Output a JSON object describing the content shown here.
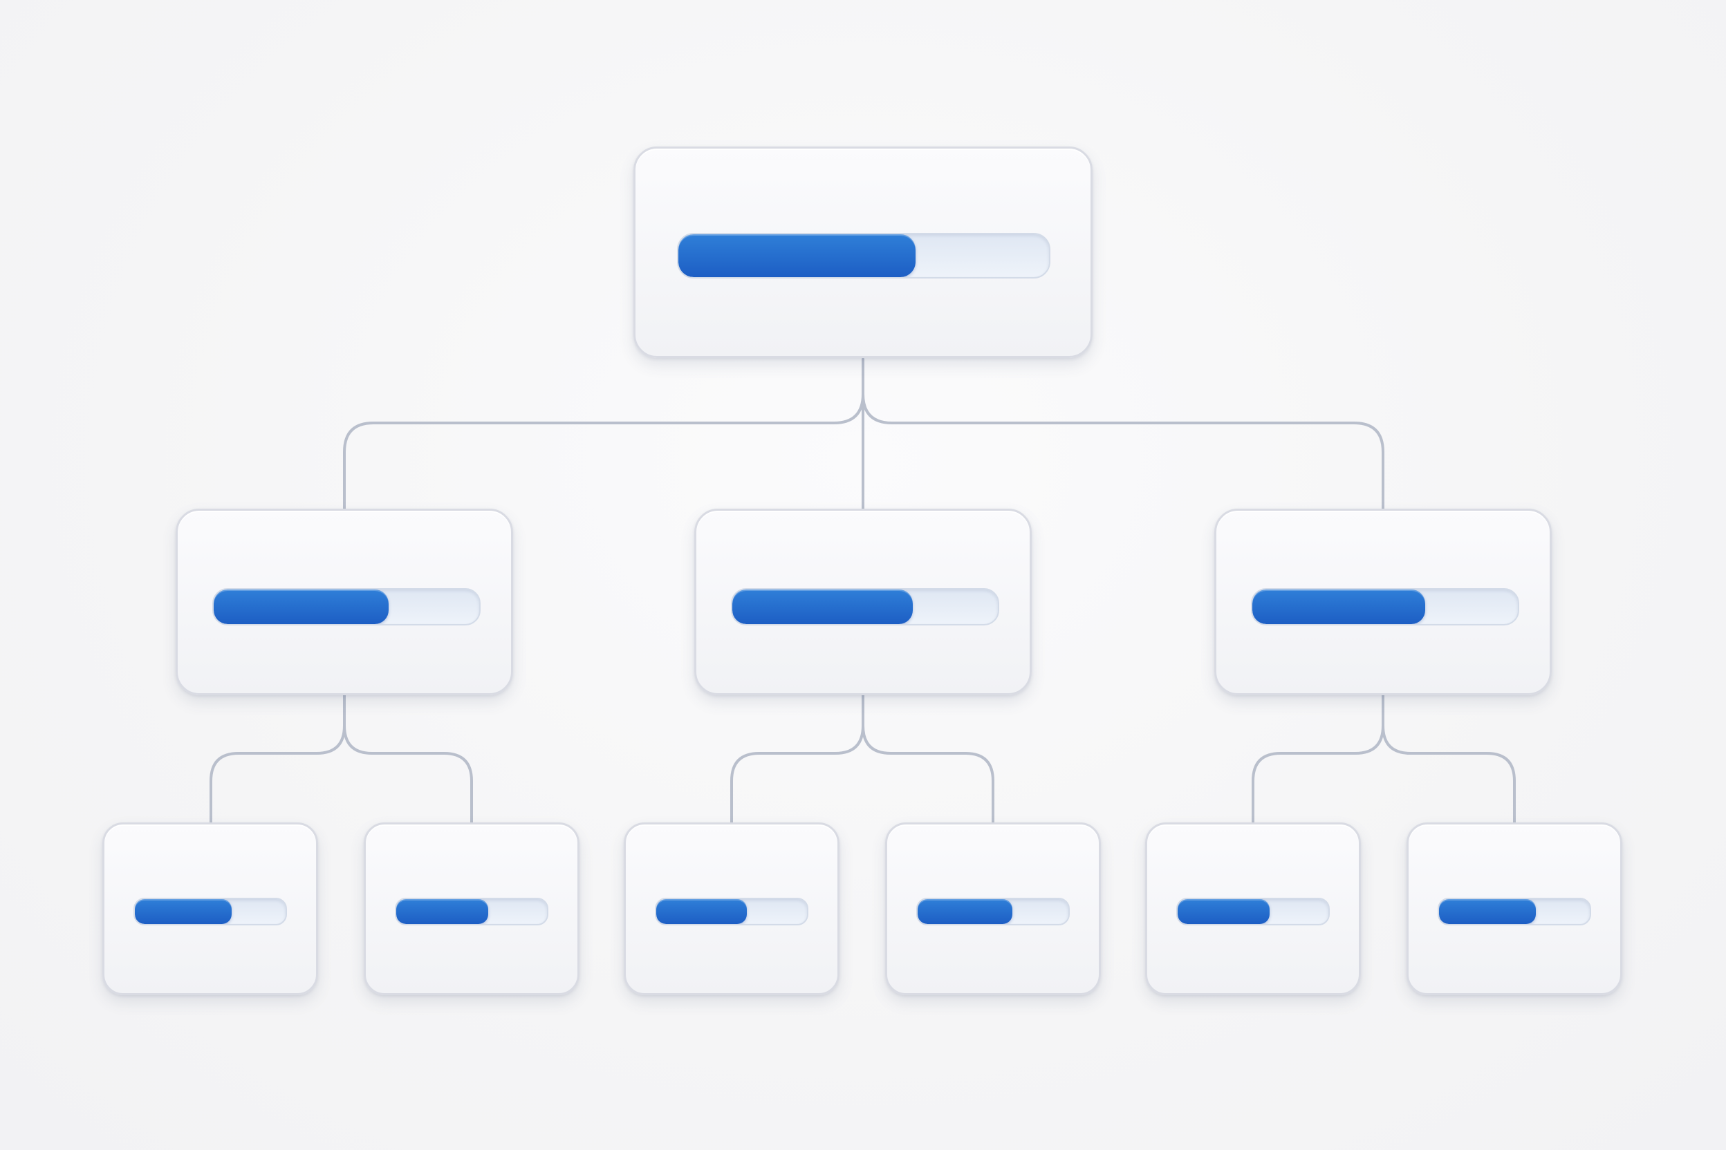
{
  "colors": {
    "background": "#f6f6f7",
    "node_fill": "#f4f5f8",
    "node_border": "#d9dbe3",
    "connector": "#b9bfcc",
    "bar_fill": "#1f63c8",
    "bar_track": "#e6edf7"
  },
  "tree": {
    "root": {
      "progress": 0.64
    },
    "children": [
      {
        "progress": 0.66,
        "children": [
          {
            "progress": 0.64
          },
          {
            "progress": 0.61
          }
        ]
      },
      {
        "progress": 0.68,
        "children": [
          {
            "progress": 0.6
          },
          {
            "progress": 0.63
          }
        ]
      },
      {
        "progress": 0.65,
        "children": [
          {
            "progress": 0.61
          },
          {
            "progress": 0.64
          }
        ]
      }
    ]
  }
}
